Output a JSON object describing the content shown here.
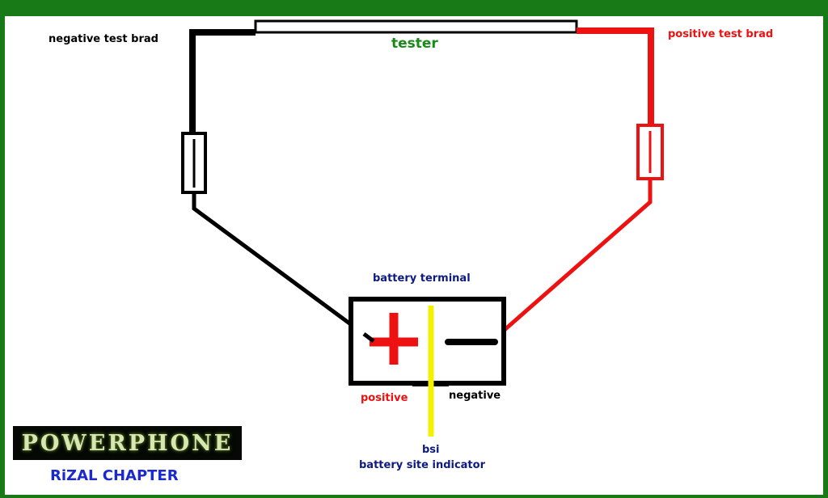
{
  "labels": {
    "negative_test_brad": "negative test brad",
    "positive_test_brad": "positive test brad",
    "tester": "tester",
    "battery_terminal": "battery terminal",
    "positive": "positive",
    "negative": "negative",
    "bsi": "bsi",
    "bsi_full": "battery site indicator"
  },
  "logo": {
    "text": "POWERPHONE",
    "subtitle": "RiZAL CHAPTER"
  },
  "colors": {
    "border": "#177a17",
    "red": "#ee1111",
    "black": "#000000",
    "yellow": "#f5f000",
    "green_text": "#1a8a1a",
    "navy": "#0d1a80",
    "blue": "#1a2acc"
  }
}
